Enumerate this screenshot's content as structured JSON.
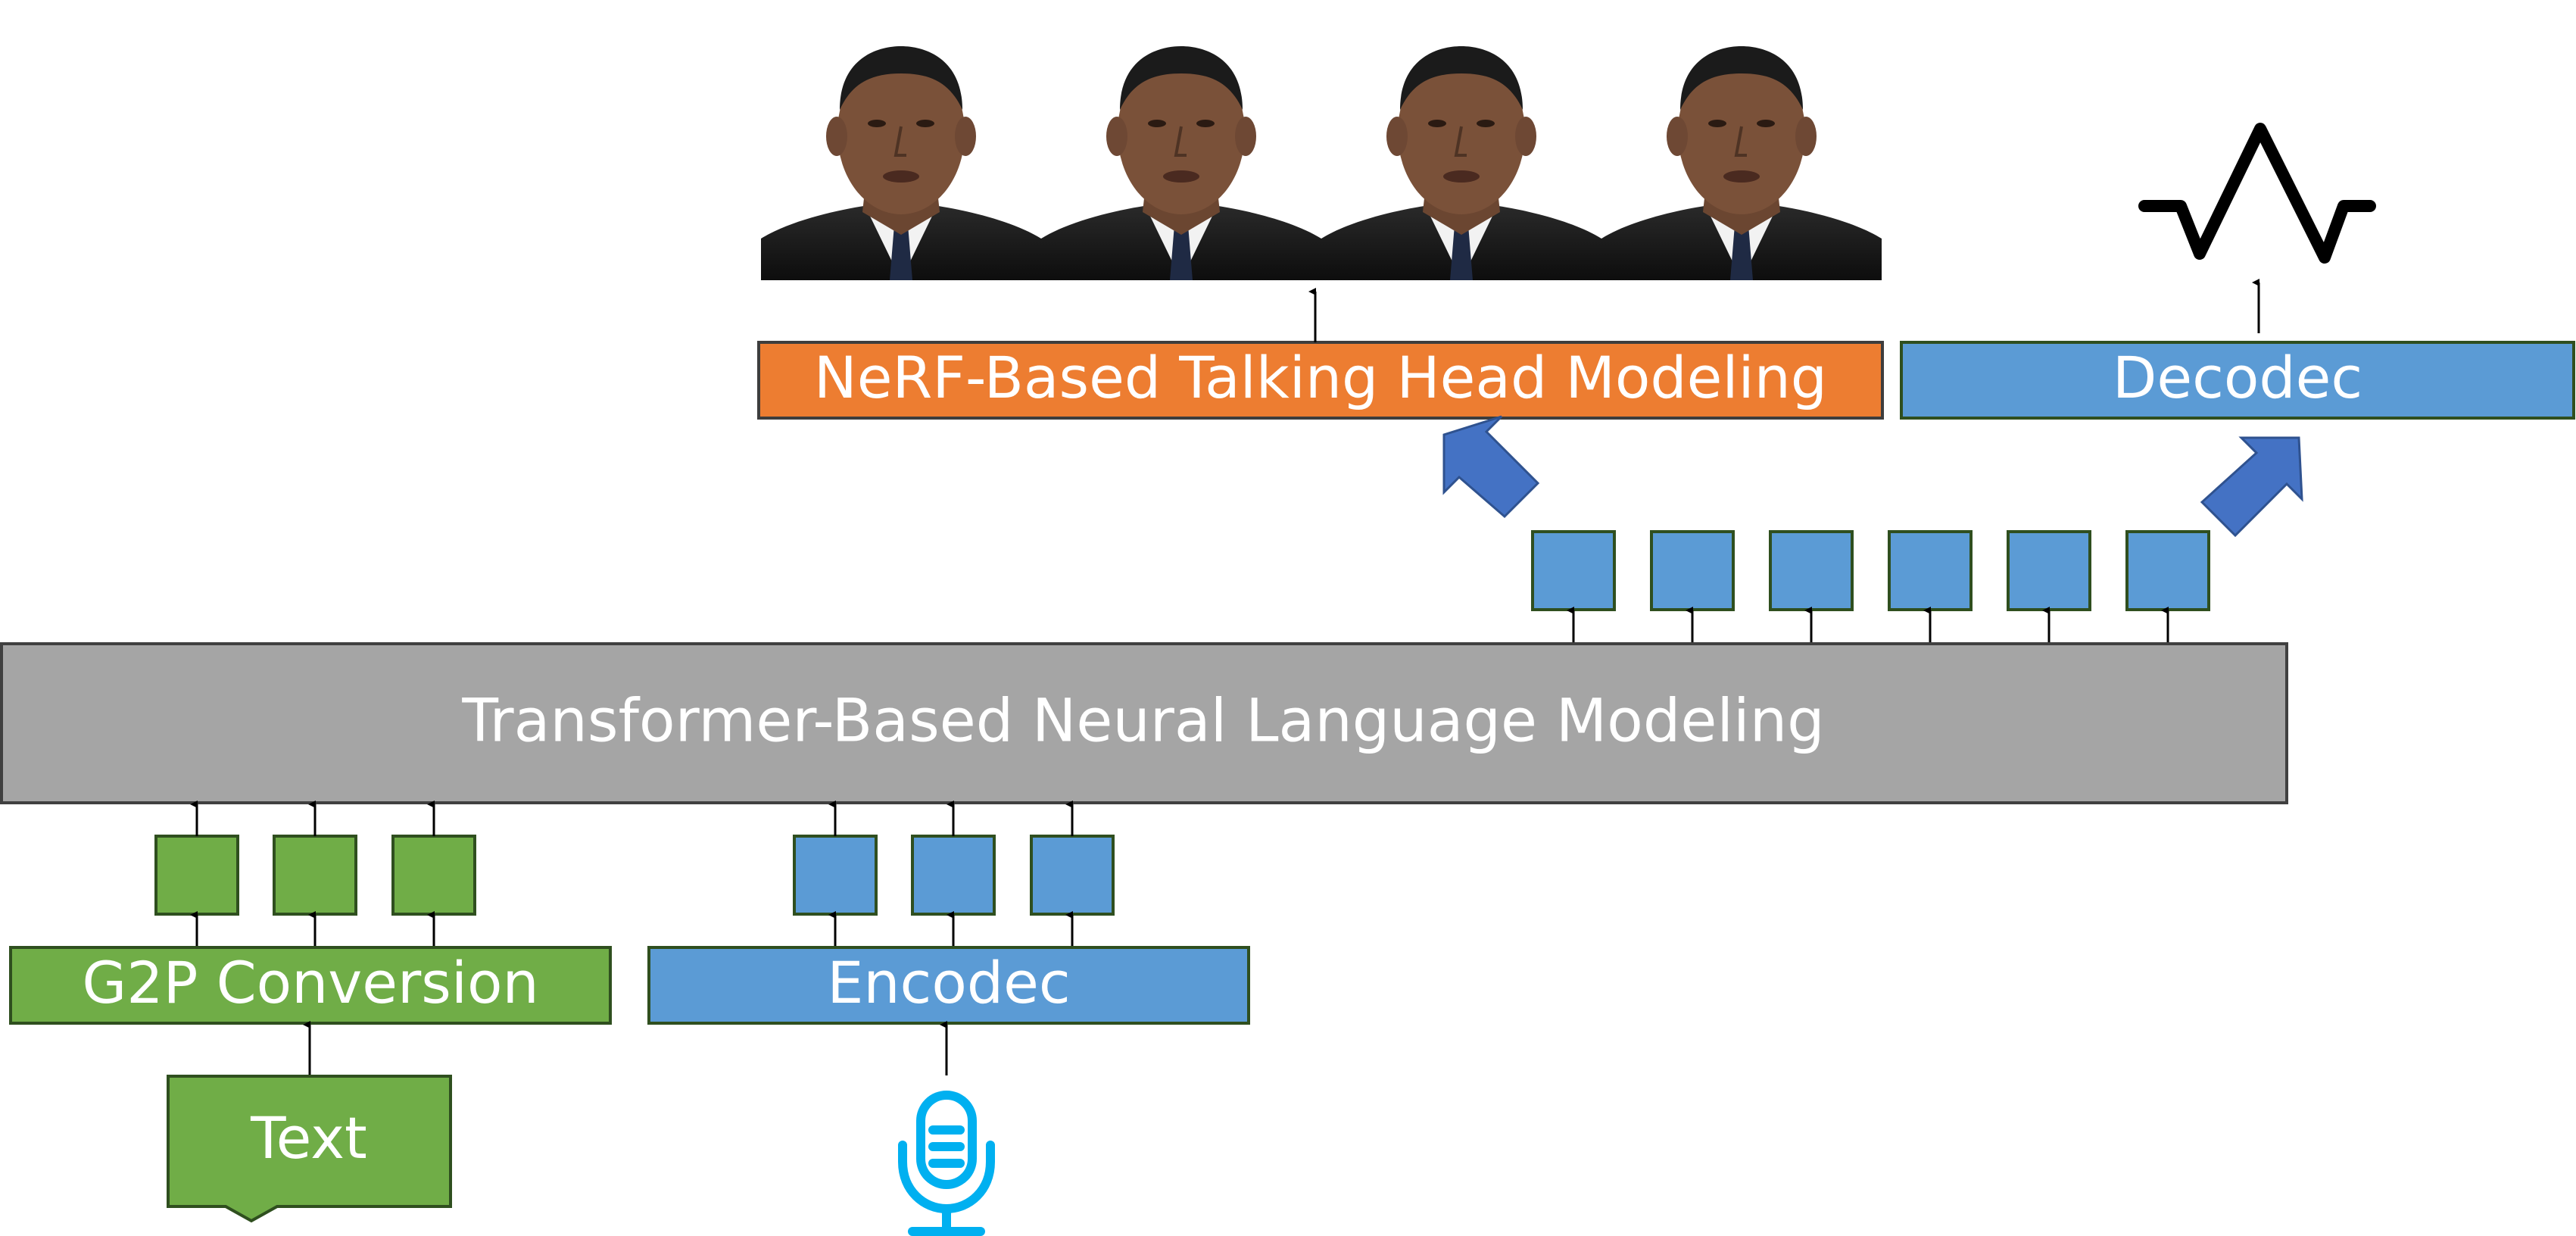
{
  "blocks": {
    "nerf": "NeRF-Based Talking Head Modeling",
    "decodec": "Decodec",
    "transformer": "Transformer-Based Neural Language Modeling",
    "g2p": "G2P Conversion",
    "encodec": "Encodec",
    "text_input": "Text"
  },
  "colors": {
    "green": "#70ad47",
    "blue": "#5b9bd5",
    "orange": "#ed7d31",
    "gray": "#a5a5a5",
    "big_arrow": "#4472c4",
    "mic": "#00b0f0",
    "green_border": "#2f4f1f",
    "dark_border": "#404040"
  },
  "icons": {
    "face_frames": "talking-head-frame",
    "waveform": "waveform-icon",
    "microphone": "microphone-icon"
  },
  "token_counts": {
    "text_tokens": 3,
    "audio_tokens": 3,
    "output_tokens": 6,
    "face_frames": 4
  }
}
